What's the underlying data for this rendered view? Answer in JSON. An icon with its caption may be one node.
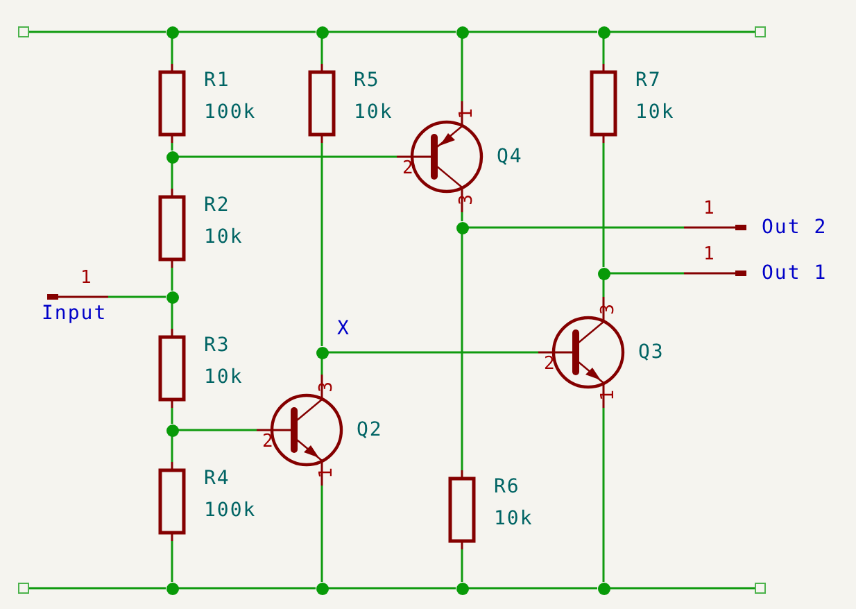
{
  "diagram": {
    "nodes": [
      {
        "text": [],
        "shape": "box"
      },
      {
        "text": [],
        "shape": "circle"
      },
      {
        "text": [],
        "shape": "circle"
      },
      {
        "text": [],
        "shape": "circle"
      },
      {
        "text": [],
        "shape": "circle"
      },
      {
        "text": [],
        "shape": "box"
      },
      {
        "text": [
          "R1",
          "100k"
        ]
      },
      {
        "text": [
          "R5",
          "10k"
        ]
      },
      {
        "text": [
          "Q4",
          "1",
          "2",
          "3"
        ]
      },
      {
        "text": [
          "R7",
          "10k"
        ]
      },
      {
        "text": [],
        "shape": "circle"
      },
      {
        "text": [
          "R2",
          "10k"
        ]
      },
      {
        "text": [],
        "shape": "circle"
      },
      {
        "text": [
          "1",
          "Out 2"
        ]
      },
      {
        "text": [],
        "shape": "circle"
      },
      {
        "text": [
          "1",
          "Out 1"
        ]
      },
      {
        "text": [
          "1",
          "Input"
        ]
      },
      {
        "text": [],
        "shape": "circle"
      },
      {
        "text": [],
        "shape": "circle"
      },
      {
        "text": [
          "Q3",
          "3",
          "2",
          "1"
        ]
      },
      {
        "text": [
          "R3",
          "10k"
        ]
      },
      {
        "text": [],
        "shape": "circle"
      },
      {
        "text": [
          "Q2",
          "3",
          "2",
          "1"
        ]
      },
      {
        "text": [
          "R6",
          "10k"
        ]
      },
      {
        "text": [
          "R4",
          "100k"
        ]
      },
      {
        "text": [],
        "shape": "box"
      },
      {
        "text": [],
        "shape": "circle"
      },
      {
        "text": [],
        "shape": "circle"
      },
      {
        "text": [],
        "shape": "circle"
      },
      {
        "text": [],
        "shape": "circle"
      },
      {
        "text": [],
        "shape": "box"
      }
    ],
    "edges": [
      {
        "from": 0,
        "to": 1,
        "arrow": "none"
      },
      {
        "from": 1,
        "to": 2,
        "arrow": "none"
      },
      {
        "from": 2,
        "to": 3,
        "arrow": "none"
      },
      {
        "from": 3,
        "to": 4,
        "arrow": "none"
      },
      {
        "from": 4,
        "to": 5,
        "arrow": "none"
      },
      {
        "from": 1,
        "to": 6,
        "arrow": "none"
      },
      {
        "from": 2,
        "to": 7,
        "arrow": "none"
      },
      {
        "from": 3,
        "to": 8,
        "arrow": "none"
      },
      {
        "from": 4,
        "to": 9,
        "arrow": "none"
      },
      {
        "from": 6,
        "to": 10,
        "arrow": "none"
      },
      {
        "from": 10,
        "to": 8,
        "arrow": "none"
      },
      {
        "from": 10,
        "to": 11,
        "arrow": "none"
      },
      {
        "from": 7,
        "to": 18,
        "arrow": "none"
      },
      {
        "from": 8,
        "to": 12,
        "arrow": "none"
      },
      {
        "from": 12,
        "to": 13,
        "arrow": "none"
      },
      {
        "from": 12,
        "to": 23,
        "arrow": "none"
      },
      {
        "from": 9,
        "to": 14,
        "arrow": "none"
      },
      {
        "from": 14,
        "to": 15,
        "arrow": "none"
      },
      {
        "from": 14,
        "to": 19,
        "arrow": "none"
      },
      {
        "from": 11,
        "to": 17,
        "arrow": "none"
      },
      {
        "from": 16,
        "to": 17,
        "arrow": "none"
      },
      {
        "from": 17,
        "to": 20,
        "arrow": "none"
      },
      {
        "from": 18,
        "to": 19,
        "arrow": "none"
      },
      {
        "from": 18,
        "to": 22,
        "arrow": "none"
      },
      {
        "from": 20,
        "to": 21,
        "arrow": "none"
      },
      {
        "from": 21,
        "to": 22,
        "arrow": "none"
      },
      {
        "from": 21,
        "to": 24,
        "arrow": "none"
      },
      {
        "from": 22,
        "to": 27,
        "arrow": "none"
      },
      {
        "from": 23,
        "to": 28,
        "arrow": "none"
      },
      {
        "from": 19,
        "to": 29,
        "arrow": "none"
      },
      {
        "from": 24,
        "to": 26,
        "arrow": "none"
      },
      {
        "from": 25,
        "to": 26,
        "arrow": "none"
      },
      {
        "from": 26,
        "to": 27,
        "arrow": "none"
      },
      {
        "from": 27,
        "to": 28,
        "arrow": "none"
      },
      {
        "from": 28,
        "to": 29,
        "arrow": "none"
      },
      {
        "from": 29,
        "to": 30,
        "arrow": "none"
      }
    ],
    "labels": [
      "X"
    ]
  }
}
